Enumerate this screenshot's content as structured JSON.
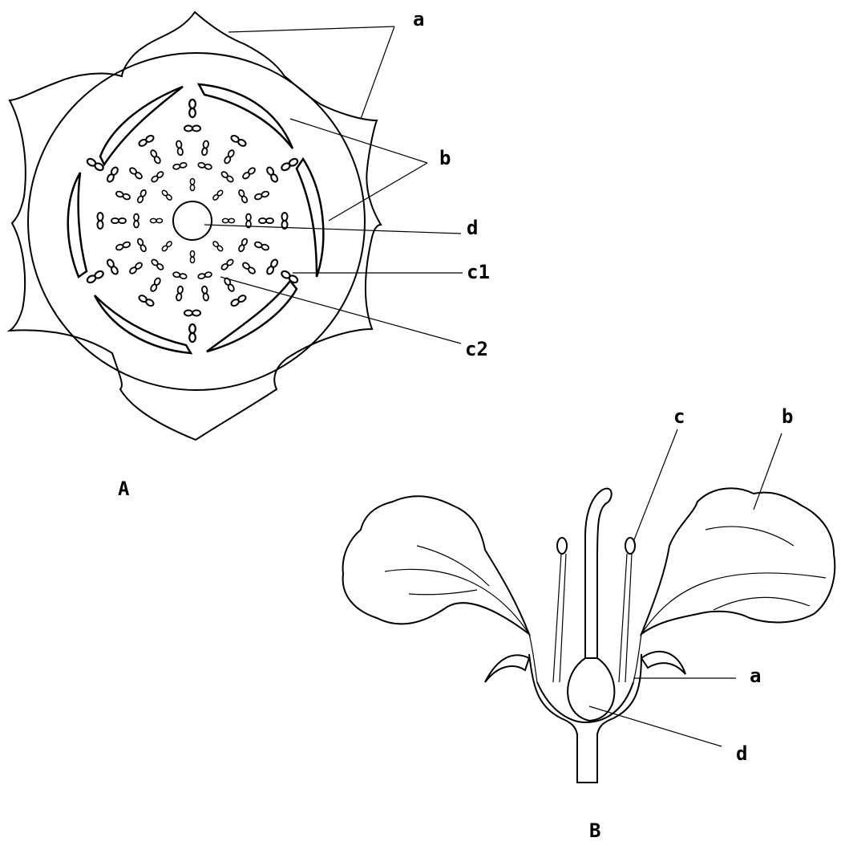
{
  "figure_a": {
    "caption": "A",
    "labels": {
      "a": "a",
      "b": "b",
      "d": "d",
      "c1": "c1",
      "c2": "c2"
    }
  },
  "figure_b": {
    "caption": "B",
    "labels": {
      "c": "c",
      "b": "b",
      "a": "a",
      "d": "d"
    }
  }
}
